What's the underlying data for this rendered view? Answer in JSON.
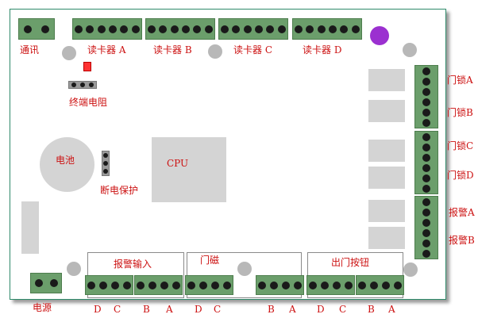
{
  "labels": {
    "comm": "通讯",
    "reader_a": "读卡器 A",
    "reader_b": "读卡器 B",
    "reader_c": "读卡器 C",
    "reader_d": "读卡器 D",
    "termination": "终端电阻",
    "battery": "电池",
    "cpu": "CPU",
    "power_off_protect": "断电保护",
    "lock_a": "门锁A",
    "lock_b": "门锁B",
    "lock_c": "门锁C",
    "lock_d": "门锁D",
    "alarm_a": "报警A",
    "alarm_b": "报警B",
    "alarm_input": "报警输入",
    "door_magnet": "门磁",
    "exit_button": "出门按钮",
    "power": "电源",
    "bottom_letters": [
      "D",
      "C",
      "B",
      "A",
      "D",
      "C",
      "B",
      "A",
      "D",
      "C",
      "B",
      "A"
    ]
  },
  "colors": {
    "terminal_green": "#6b9e6b",
    "label_red": "#cc1111",
    "indicator_purple": "#9b30d0",
    "led_red": "#ff3333"
  }
}
